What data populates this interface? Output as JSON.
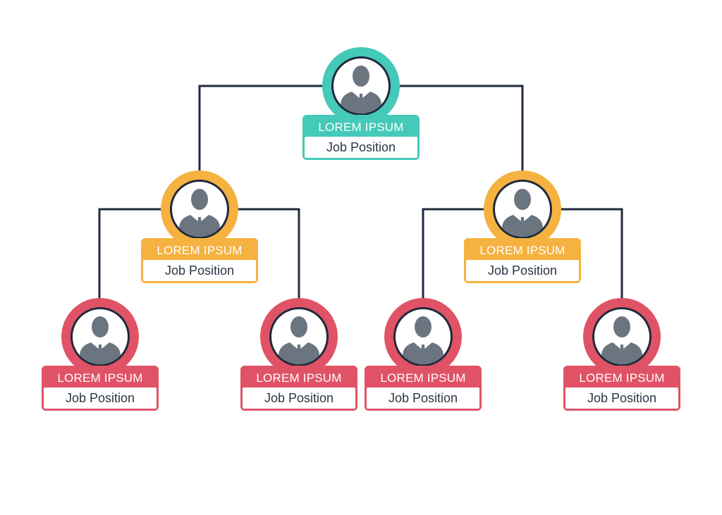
{
  "colors": {
    "level1": "#45c9b8",
    "level2": "#f5b240",
    "level3": "#e05366",
    "connector": "#1f2a3c",
    "person": "#6b7580"
  },
  "nodes": [
    {
      "name": "LOREM IPSUM",
      "position": "Job Position",
      "icon": "person-icon",
      "level": 1
    },
    {
      "name": "LOREM IPSUM",
      "position": "Job Position",
      "icon": "person-icon",
      "level": 2
    },
    {
      "name": "LOREM IPSUM",
      "position": "Job Position",
      "icon": "person-icon",
      "level": 2
    },
    {
      "name": "LOREM IPSUM",
      "position": "Job Position",
      "icon": "person-icon",
      "level": 3
    },
    {
      "name": "LOREM IPSUM",
      "position": "Job Position",
      "icon": "person-icon",
      "level": 3
    },
    {
      "name": "LOREM IPSUM",
      "position": "Job Position",
      "icon": "person-icon",
      "level": 3
    },
    {
      "name": "LOREM IPSUM",
      "position": "Job Position",
      "icon": "person-icon",
      "level": 3
    }
  ]
}
